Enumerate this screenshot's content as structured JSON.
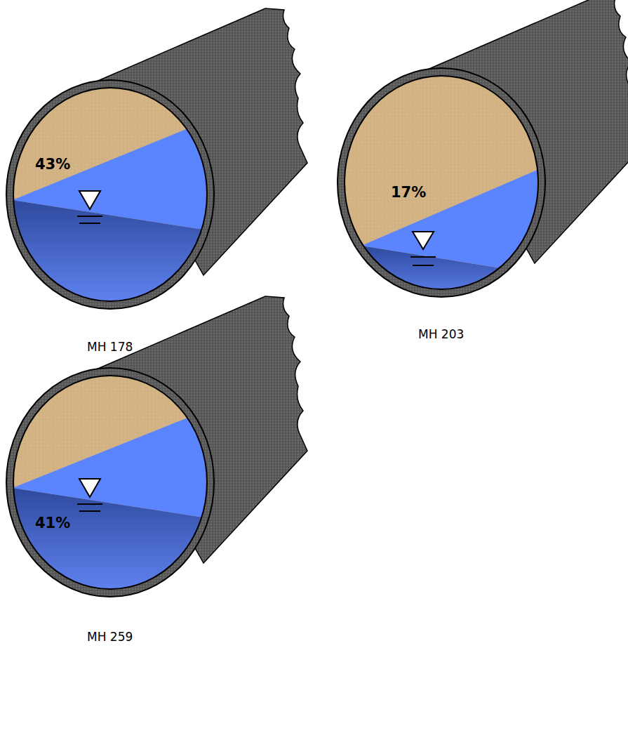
{
  "diagram": {
    "labels": [
      "43%",
      "MH 178",
      "17%",
      "MH 203",
      "41%",
      "MH 259"
    ]
  }
}
